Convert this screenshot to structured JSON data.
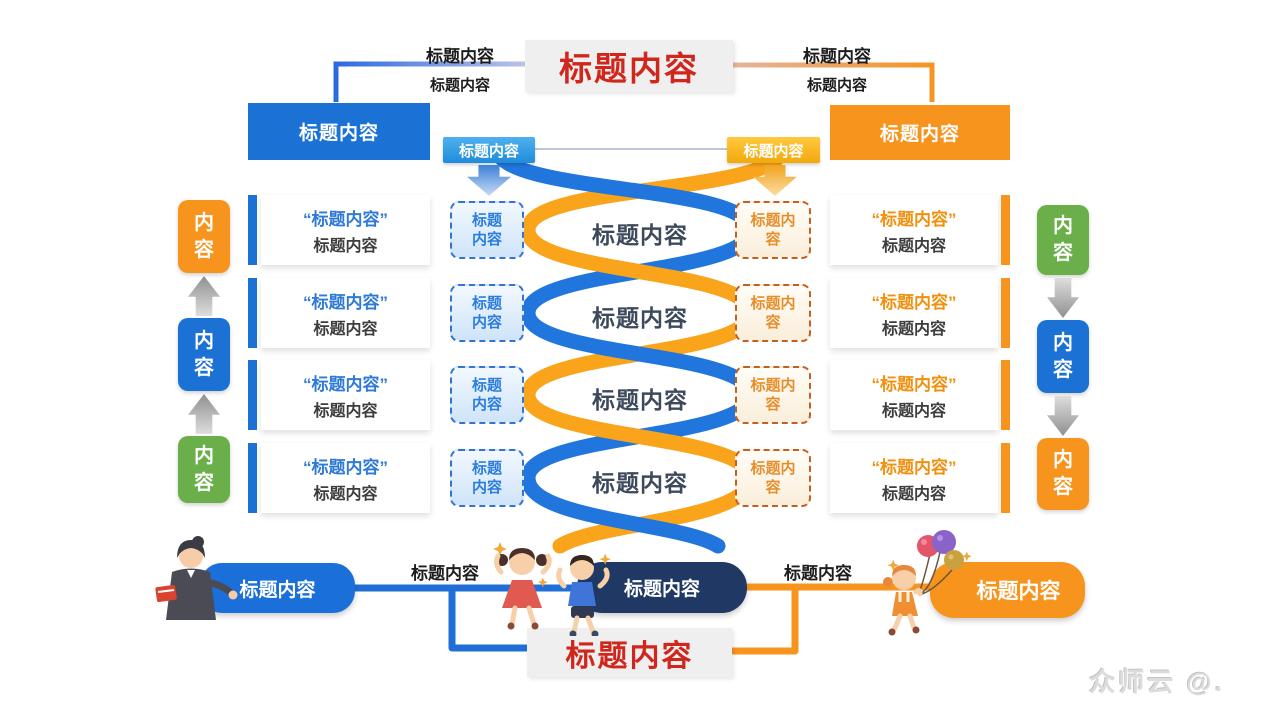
{
  "header": {
    "title": "标题内容",
    "left_bracket": {
      "label_top": "标题内容",
      "label_bottom": "标题内容"
    },
    "right_bracket": {
      "label_top": "标题内容",
      "label_bottom": "标题内容"
    },
    "left_box": "标题内容",
    "right_box": "标题内容"
  },
  "helix": {
    "left_tag": "标题内容",
    "right_tag": "标题内容",
    "rows": [
      {
        "left_card": {
          "quote": "“标题内容”",
          "subtitle": "标题内容"
        },
        "left_tag": "标题内容",
        "center": "标题内容",
        "right_tag": "标题内容",
        "right_card": {
          "quote": "“标题内容”",
          "subtitle": "标题内容"
        }
      },
      {
        "left_card": {
          "quote": "“标题内容”",
          "subtitle": "标题内容"
        },
        "left_tag": "标题内容",
        "center": "标题内容",
        "right_tag": "标题内容",
        "right_card": {
          "quote": "“标题内容”",
          "subtitle": "标题内容"
        }
      },
      {
        "left_card": {
          "quote": "“标题内容”",
          "subtitle": "标题内容"
        },
        "left_tag": "标题内容",
        "center": "标题内容",
        "right_tag": "标题内容",
        "right_card": {
          "quote": "“标题内容”",
          "subtitle": "标题内容"
        }
      },
      {
        "left_card": {
          "quote": "“标题内容”",
          "subtitle": "标题内容"
        },
        "left_tag": "标题内容",
        "center": "标题内容",
        "right_tag": "标题内容",
        "right_card": {
          "quote": "“标题内容”",
          "subtitle": "标题内容"
        }
      }
    ]
  },
  "left_column": {
    "arrow_direction": "up",
    "items": [
      {
        "label": "内容",
        "color": "#f7941e"
      },
      {
        "label": "内容",
        "color": "#1b72d4"
      },
      {
        "label": "内容",
        "color": "#6aaf4a"
      }
    ]
  },
  "right_column": {
    "arrow_direction": "down",
    "items": [
      {
        "label": "内容",
        "color": "#6aaf4a"
      },
      {
        "label": "内容",
        "color": "#1b72d4"
      },
      {
        "label": "内容",
        "color": "#f7941e"
      }
    ]
  },
  "footer": {
    "left_box": "标题内容",
    "left_link_label": "标题内容",
    "center_box": "标题内容",
    "right_link_label": "标题内容",
    "right_box": "标题内容",
    "bottom_title": "标题内容"
  },
  "watermark": "众师云 @.",
  "colors": {
    "primary_blue": "#1b72d4",
    "primary_orange": "#f7941e",
    "sky_blue_tag": "#2f9ce6",
    "golden_tag": "#f6b41a",
    "green": "#6aaf4a",
    "navy": "#1f3864",
    "title_red": "#d0261b",
    "title_bg": "#efefef",
    "helix_blue": "#2176dd",
    "helix_orange": "#f9a41b",
    "helix_text": "#3d4a5c",
    "gray_arrow": "#a6a6a6"
  },
  "illustrations": [
    "teacher",
    "girl-red-dress",
    "boy-blue",
    "girl-with-balloons",
    "stars"
  ]
}
